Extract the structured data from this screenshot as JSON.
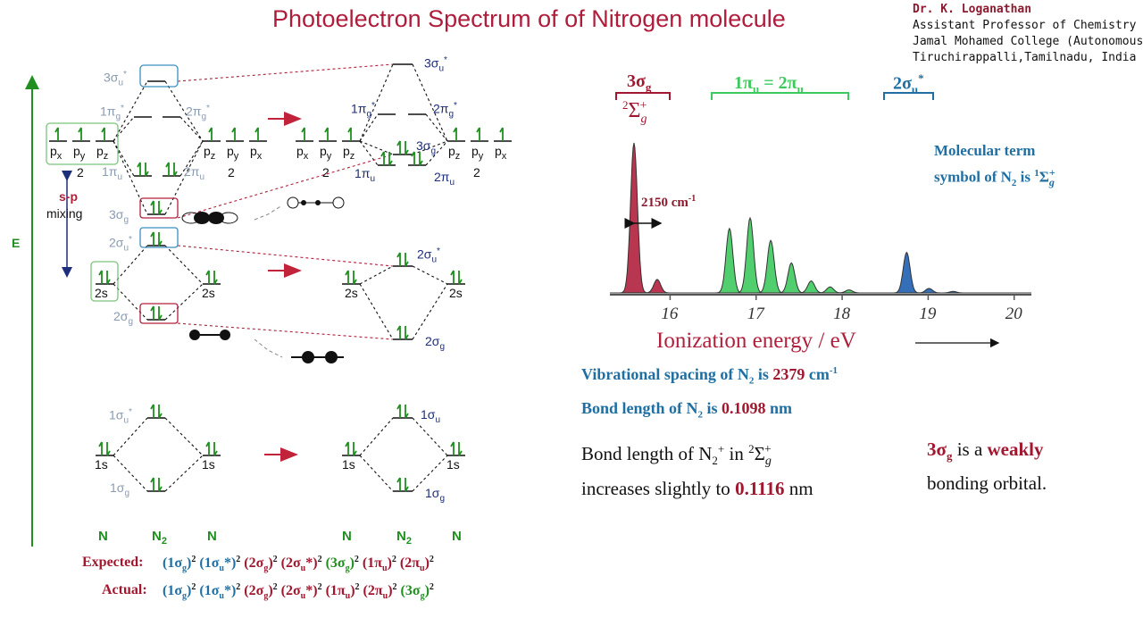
{
  "title": "Photoelectron Spectrum of of Nitrogen molecule",
  "author": {
    "name": "Dr. K. Loganathan",
    "line1": "Assistant Professor of Chemistry",
    "line2": "Jamal Mohamed College (Autonomous",
    "line3": "Tiruchirappalli,Tamilnadu, India"
  },
  "axis_E": "E",
  "sp_mixing": {
    "a": "s-p",
    "b": "mixing"
  },
  "atom_labels": {
    "n_left": "N",
    "n2": "N",
    "n_right": "N",
    "sub2": "2"
  },
  "mo_left": {
    "sigma_u3": "3σu*",
    "pi_g1": "1πg*",
    "pi_g2": "2πg*",
    "pi_u1": "1πu",
    "pi_u2": "2πu",
    "sigma_g3": "3σg",
    "sigma_u2": "2σu*",
    "sigma_g2": "2σg",
    "sigma_u1": "1σu*",
    "sigma_g1": "1σg",
    "p_labels": [
      "px",
      "py",
      "pz"
    ],
    "p_labels_r": [
      "pz",
      "py",
      "px"
    ],
    "two": "2",
    "s2": "2s",
    "s1": "1s"
  },
  "mo_right": {
    "sigma_u3": "3σu*",
    "pi_g1": "1πg*",
    "pi_g2": "2πg*",
    "sigma_g3": "3σg",
    "pi_u1": "1πu",
    "pi_u2": "2πu",
    "sigma_u2": "2σu*",
    "sigma_g2": "2σg",
    "sigma_u1": "1σu",
    "sigma_g1": "1σg"
  },
  "config": {
    "expected_label": "Expected:",
    "expected": "(1σg)2 (1σu*)2 (2σg)2 (2σu*)2 (3σg)2 (1πu)2 (2πu)2",
    "actual_label": "Actual:",
    "actual": "(1σg)2 (1σu*)2 (2σg)2 (2σu*)2 (1πu)2 (2πu)2 (3σg)2"
  },
  "spectrum": {
    "band_3sg": "3σg",
    "term_3sg": "2Σg+",
    "band_pi": "1πu = 2πu",
    "band_2su": "2σu*",
    "spacing_label": "2150 cm-1",
    "term_note_1": "Molecular term",
    "term_note_2": "symbol of N2 is 1Σg+",
    "xlabel": "Ionization energy / eV",
    "ticks": [
      "16",
      "17",
      "18",
      "19",
      "20"
    ]
  },
  "chart_data": {
    "type": "line",
    "title": "",
    "xlabel": "Ionization energy / eV",
    "ylabel": "",
    "xlim": [
      15.3,
      20.2
    ],
    "grid": false,
    "series": [
      {
        "band": "3σg",
        "color": "#b0203c",
        "peaks": [
          {
            "x": 15.58,
            "h": 1.0
          },
          {
            "x": 15.85,
            "h": 0.09
          }
        ]
      },
      {
        "band": "1πu = 2πu",
        "color": "#3ec95e",
        "peaks": [
          {
            "x": 16.69,
            "h": 0.43
          },
          {
            "x": 16.93,
            "h": 0.5
          },
          {
            "x": 17.17,
            "h": 0.35
          },
          {
            "x": 17.41,
            "h": 0.2
          },
          {
            "x": 17.64,
            "h": 0.08
          },
          {
            "x": 17.86,
            "h": 0.04
          },
          {
            "x": 18.08,
            "h": 0.02
          }
        ]
      },
      {
        "band": "2σu*",
        "color": "#1f5fb0",
        "peaks": [
          {
            "x": 18.75,
            "h": 0.27
          },
          {
            "x": 19.01,
            "h": 0.03
          },
          {
            "x": 19.29,
            "h": 0.01
          }
        ]
      }
    ]
  },
  "notes": {
    "vib": "Vibrational spacing of N2 is 2379 cm-1",
    "bond": "Bond length of N2 is 0.1098 nm",
    "ion_1": "Bond length of N2+ in 2Σg+",
    "ion_2": "increases slightly to 0.1116 nm",
    "weak_1": "3σg is a weakly",
    "weak_2": "bonding orbital."
  },
  "colors": {
    "title": "#b01d3c",
    "green": "#1f8f1f",
    "navy": "#1d2e7a",
    "grey": "#8a9bb0",
    "crimson": "#a0172f",
    "teal": "#1f6fa3"
  }
}
